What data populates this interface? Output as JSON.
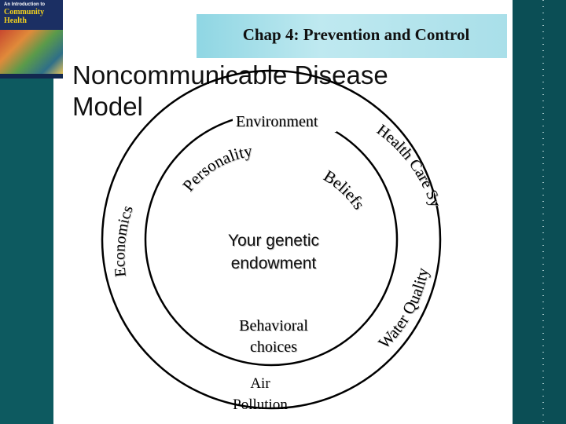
{
  "slide": {
    "banner_title": "Chap 4: Prevention and Control",
    "main_title_line1": "Noncommunicable Disease",
    "main_title_line2": "Model"
  },
  "book_cover": {
    "line1": "An Introduction to",
    "line2": "Community",
    "line3": "Health"
  },
  "diagram": {
    "outer_ring_labels": {
      "top": "Environment",
      "upper_right": "Health Care System",
      "right": "Water Quality",
      "left": "Economics",
      "bottom_line1": "Air",
      "bottom_line2": "Pollution"
    },
    "middle_ring_labels": {
      "upper_left": "Personality",
      "upper_right": "Beliefs",
      "bottom_line1": "Behavioral",
      "bottom_line2": "choices"
    },
    "center": {
      "line1": "Your genetic",
      "line2": "endowment"
    }
  },
  "colors": {
    "sidebar": "#0d5a60",
    "banner": "#a9dfe9",
    "ring_stroke": "#000000"
  }
}
